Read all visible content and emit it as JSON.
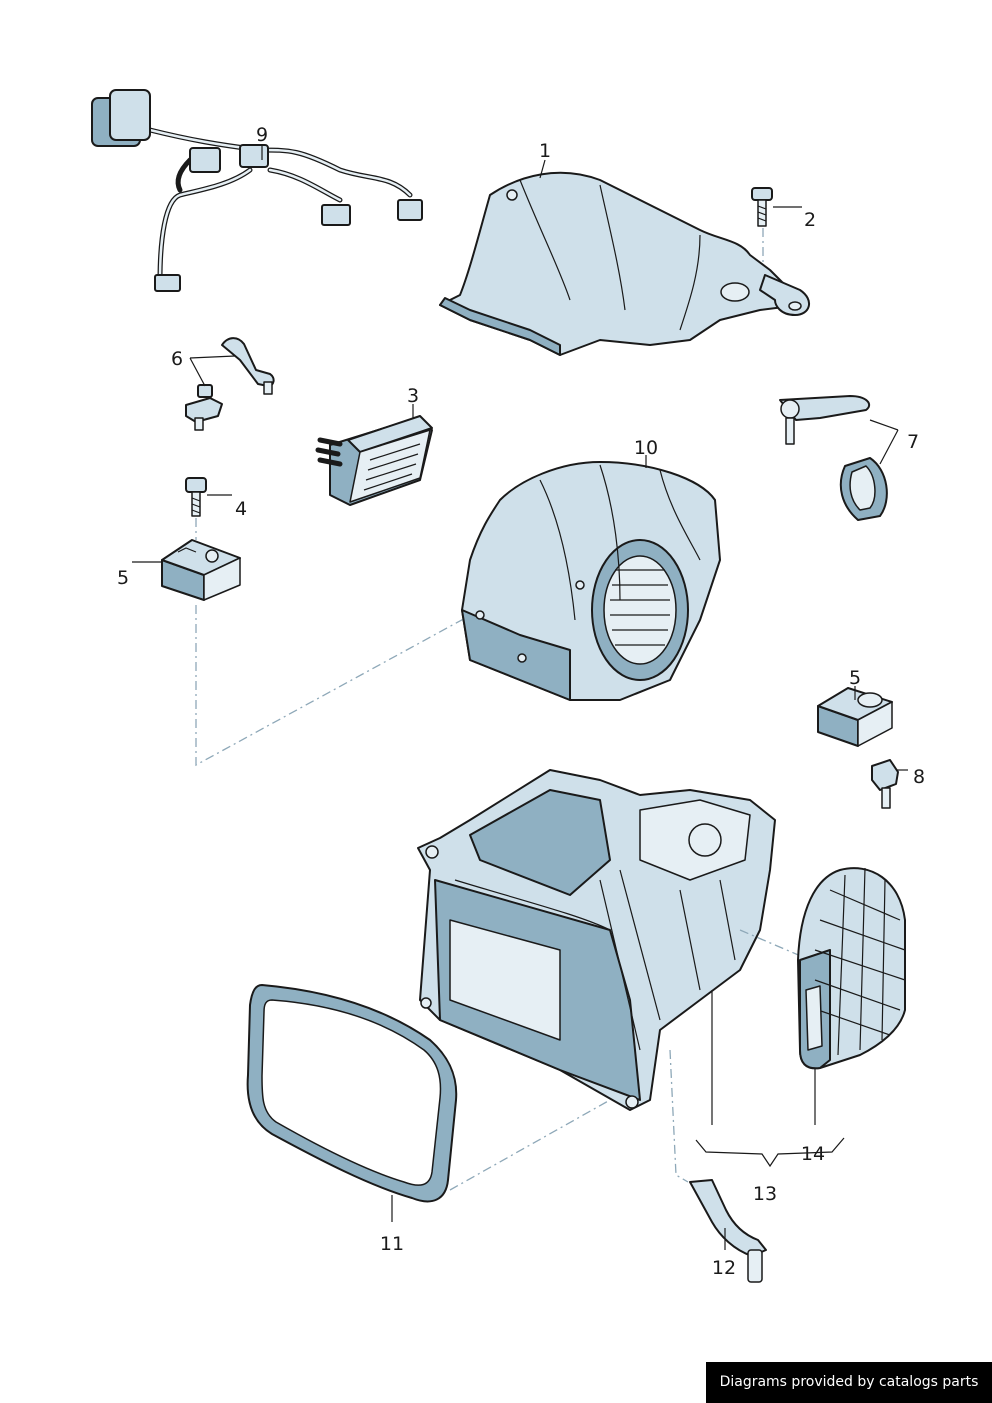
{
  "callouts": {
    "c1": "1",
    "c2": "2",
    "c3": "3",
    "c4": "4",
    "c5a": "5",
    "c5b": "5",
    "c6": "6",
    "c7": "7",
    "c8": "8",
    "c9": "9",
    "c10": "10",
    "c11": "11",
    "c12": "12",
    "c13": "13",
    "c14": "14"
  },
  "footer": {
    "text": "Diagrams provided by catalogs parts"
  },
  "colors": {
    "part_fill": "#cfe0ea",
    "part_shadow": "#8fb0c2",
    "outline": "#1a1a1a",
    "dash_line": "#8ea8b8",
    "footer_bg": "#000000",
    "footer_text": "#ffffff"
  }
}
